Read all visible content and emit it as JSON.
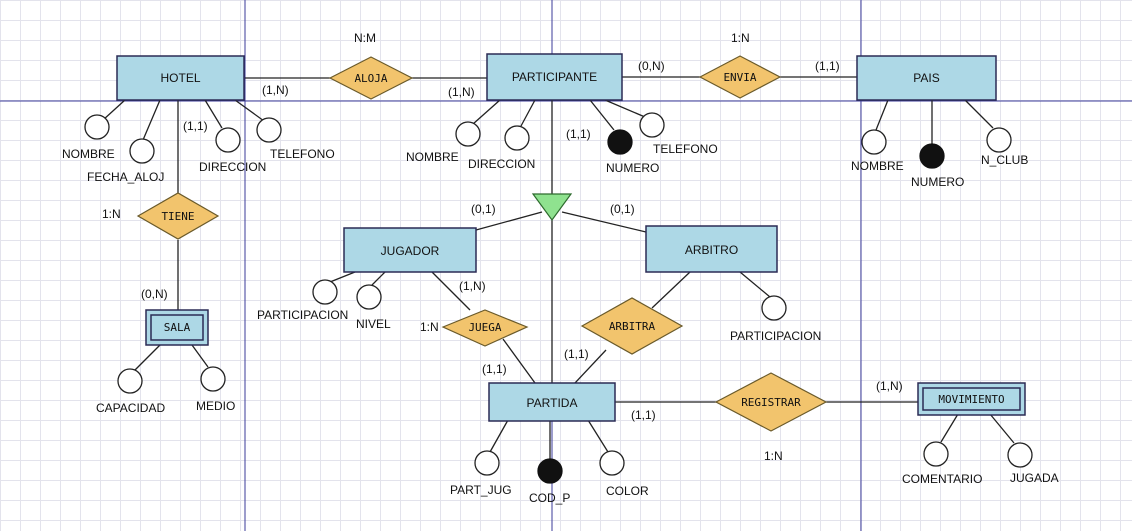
{
  "entities": {
    "hotel": "HOTEL",
    "participante": "PARTICIPANTE",
    "pais": "PAIS",
    "jugador": "JUGADOR",
    "arbitro": "ARBITRO",
    "partida": "PARTIDA"
  },
  "weak_entities": {
    "sala": "SALA",
    "movimiento": "MOVIMIENTO"
  },
  "relationships": {
    "aloja": "ALOJA",
    "envia": "ENVIA",
    "tiene": "TIENE",
    "juega": "JUEGA",
    "arbitra": "ARBITRA",
    "registrar": "REGISTRAR"
  },
  "attributes": {
    "hotel_nombre": "NOMBRE",
    "hotel_fecha_aloj": "FECHA_ALOJ",
    "hotel_direccion": "DIRECCION",
    "hotel_telefono": "TELEFONO",
    "part_nombre": "NOMBRE",
    "part_direccion": "DIRECCION",
    "part_numero": "NUMERO",
    "part_telefono": "TELEFONO",
    "pais_nombre": "NOMBRE",
    "pais_numero": "NUMERO",
    "pais_n_club": "N_CLUB",
    "jug_participacion": "PARTICIPACION",
    "jug_nivel": "NIVEL",
    "arb_participacion": "PARTICIPACION",
    "sala_capacidad": "CAPACIDAD",
    "sala_medio": "MEDIO",
    "partida_part_jug": "PART_JUG",
    "partida_cod_p": "COD_P",
    "partida_color": "COLOR",
    "mov_comentario": "COMENTARIO",
    "mov_jugada": "JUGADA"
  },
  "cardinalities": {
    "aloja_type": "N:M",
    "hotel_aloja": "(1,N)",
    "aloja_participante": "(1,N)",
    "envia_type": "1:N",
    "participante_envia": "(0,N)",
    "envia_pais": "(1,1)",
    "hotel_direccion_card": "(1,1)",
    "participante_isa": "(1,1)",
    "isa_jugador": "(0,1)",
    "isa_arbitro": "(0,1)",
    "tiene_type": "1:N",
    "tiene_sala": "(0,N)",
    "juega_type": "1:N",
    "jugador_juega": "(1,N)",
    "juega_partida": "(1,1)",
    "arbitra_partida": "(1,1)",
    "partida_registrar": "(1,1)",
    "registrar_movimiento": "(1,N)",
    "registrar_type": "1:N"
  },
  "colors": {
    "entity_fill": "#add8e6",
    "relationship_fill": "#f2c46d",
    "isa_fill": "#8fe28f",
    "key_attribute": "#111111",
    "guide_lines": "#3b3b9a"
  }
}
